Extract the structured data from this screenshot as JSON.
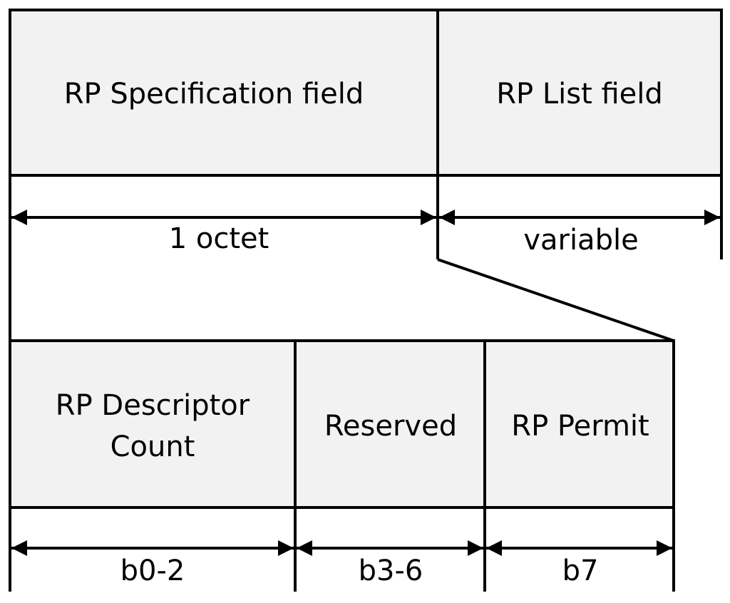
{
  "colors": {
    "box_fill": "#f2f2f2",
    "stroke": "#000000",
    "background": "#ffffff"
  },
  "top_row": {
    "spec_field": {
      "label": "RP Specification field",
      "size": "1 octet"
    },
    "list_field": {
      "label": "RP List field",
      "size": "variable"
    }
  },
  "bottom_row": {
    "descriptor_count": {
      "line1": "RP Descriptor",
      "line2": "Count",
      "bits": "b0-2"
    },
    "reserved": {
      "label": "Reserved",
      "bits": "b3-6"
    },
    "permit": {
      "label": "RP Permit",
      "bits": "b7"
    }
  }
}
